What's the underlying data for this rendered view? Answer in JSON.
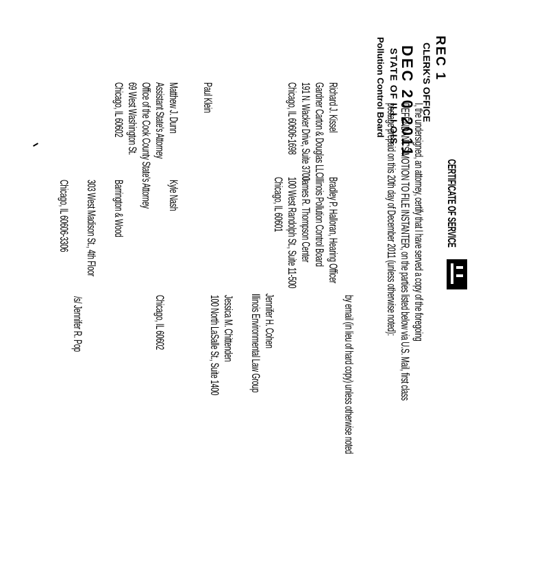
{
  "stamp": {
    "rec": "REC 1",
    "office": "CLERK'S OFFICE",
    "date": "DEC 20 2011",
    "state": "STATE OF ILLI OIS",
    "board": "Pollution Control Board"
  },
  "certificate": {
    "heading": "CERTIFICATE OF SERVICE",
    "line1": "I, the undersigned, an attorney, certify that I have served a copy of the foregoing",
    "line2": "DEFENDANT'S MOTION TO FILE INSTANTER, on the parties listed below via U.S. Mail, first class",
    "line3": "postage prepaid on this 20th day of December 2011 (unless otherwise noted):",
    "closing": "by email (in lieu of hard copy) unless otherwise noted"
  },
  "service_list": {
    "left": [
      {
        "name": "Richard J. Kissel",
        "lines": [
          "Gardner Carton & Douglas LLC",
          "191 N. Wacker Drive, Suite 3700",
          "Chicago, IL 60606-1698"
        ]
      },
      {
        "name": "Paul Klein",
        "lines": [
          "Matthew J. Dunn",
          "Assistant State's Attorney",
          "Office of the Cook County State's Attorney",
          "69 West Washington St.",
          "Chicago, IL 60602"
        ]
      }
    ],
    "middle": [
      {
        "name": "Bradley P. Halloran, Hearing Officer",
        "lines": [
          "Illinois Pollution Control Board",
          "James R. Thompson Center",
          "100 West Randolph St., Suite 11-500",
          "Chicago, IL 60601"
        ]
      },
      {
        "name": "Kyle Nash",
        "lines": [
          "Barrington & Wood",
          "303 West Madison St., 4th Floor",
          "Chicago, IL 60606-3306"
        ]
      }
    ],
    "right": [
      {
        "name": "Jennifer H. Cohen",
        "lines": [
          "Illinois Environmental Law Group",
          "Jessica M. Chittenden",
          "100 North LaSalle St., Suite 1400",
          "Chicago, IL 60602"
        ]
      }
    ],
    "signature": "/s/ Jennifer R. Pop"
  }
}
